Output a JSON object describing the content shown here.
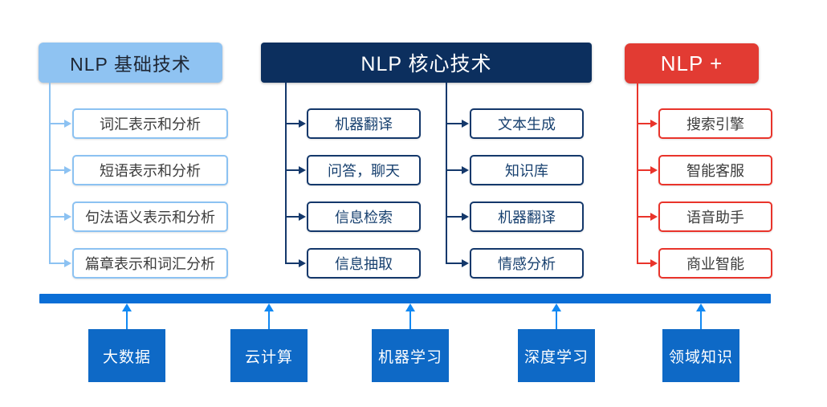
{
  "groups": [
    {
      "title": "NLP 基础技术",
      "theme": {
        "header_bg": "#8FC3F2",
        "header_text": "#1E2633",
        "line": "#8CC2F2",
        "item_border": "#8CC2F2",
        "item_text": "#3C3C3C"
      },
      "items": [
        "词汇表示和分析",
        "短语表示和分析",
        "句法语义表示和分析",
        "篇章表示和词汇分析"
      ]
    },
    {
      "title": "NLP 核心技术",
      "theme": {
        "header_bg": "#0C2F5E",
        "header_text": "#FFFFFF",
        "line": "#14386B",
        "item_border": "#14386B",
        "item_text": "#17406F"
      },
      "columns": [
        [
          "机器翻译",
          "问答，聊天",
          "信息检索",
          "信息抽取"
        ],
        [
          "文本生成",
          "知识库",
          "机器翻译",
          "情感分析"
        ]
      ]
    },
    {
      "title": "NLP +",
      "theme": {
        "header_bg": "#E23B33",
        "header_text": "#FFFFFF",
        "line": "#E9342B",
        "item_border": "#E9342B",
        "item_text": "#3C3C3C"
      },
      "items": [
        "搜索引擎",
        "智能客服",
        "语音助手",
        "商业智能"
      ]
    }
  ],
  "foundation": {
    "bar_color": "#0A6ED6",
    "arrow_color": "#1189F4",
    "box_bg": "#0E69C6",
    "box_text_color": "#FFFFFF",
    "items": [
      "大数据",
      "云计算",
      "机器学习",
      "深度学习",
      "领域知识"
    ]
  }
}
